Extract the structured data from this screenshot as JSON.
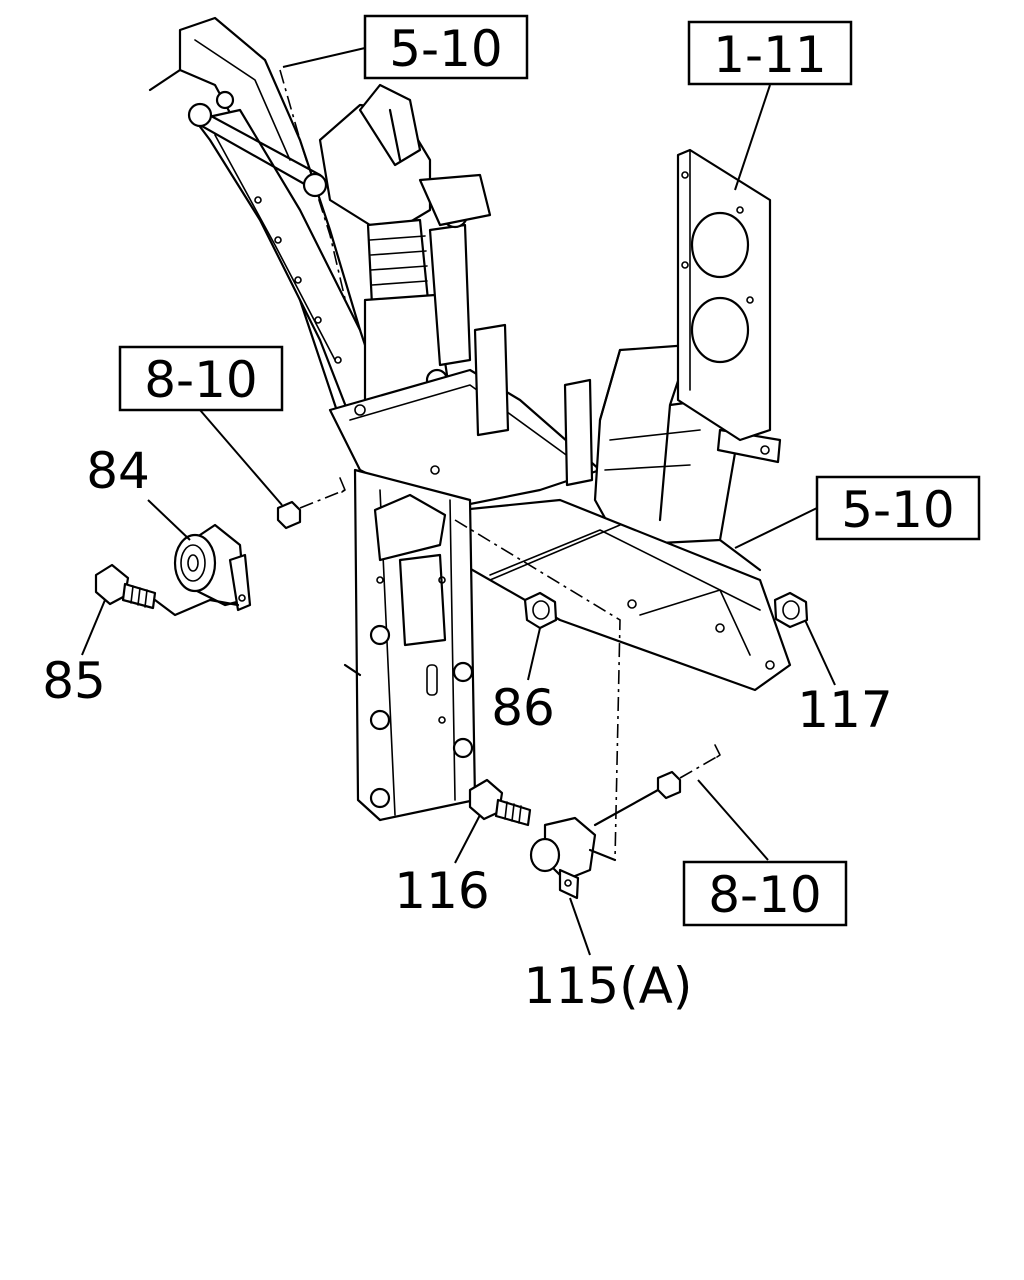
{
  "diagram": {
    "reference_boxes": [
      {
        "id": "ref-top-center",
        "label": "5-10"
      },
      {
        "id": "ref-top-right",
        "label": "1-11"
      },
      {
        "id": "ref-left",
        "label": "8-10"
      },
      {
        "id": "ref-right",
        "label": "5-10"
      },
      {
        "id": "ref-bottom-right",
        "label": "8-10"
      }
    ],
    "part_callouts": [
      {
        "id": "part-84",
        "label": "84"
      },
      {
        "id": "part-85",
        "label": "85"
      },
      {
        "id": "part-86",
        "label": "86"
      },
      {
        "id": "part-117",
        "label": "117"
      },
      {
        "id": "part-116",
        "label": "116"
      },
      {
        "id": "part-115",
        "label": "115(A)"
      }
    ]
  }
}
